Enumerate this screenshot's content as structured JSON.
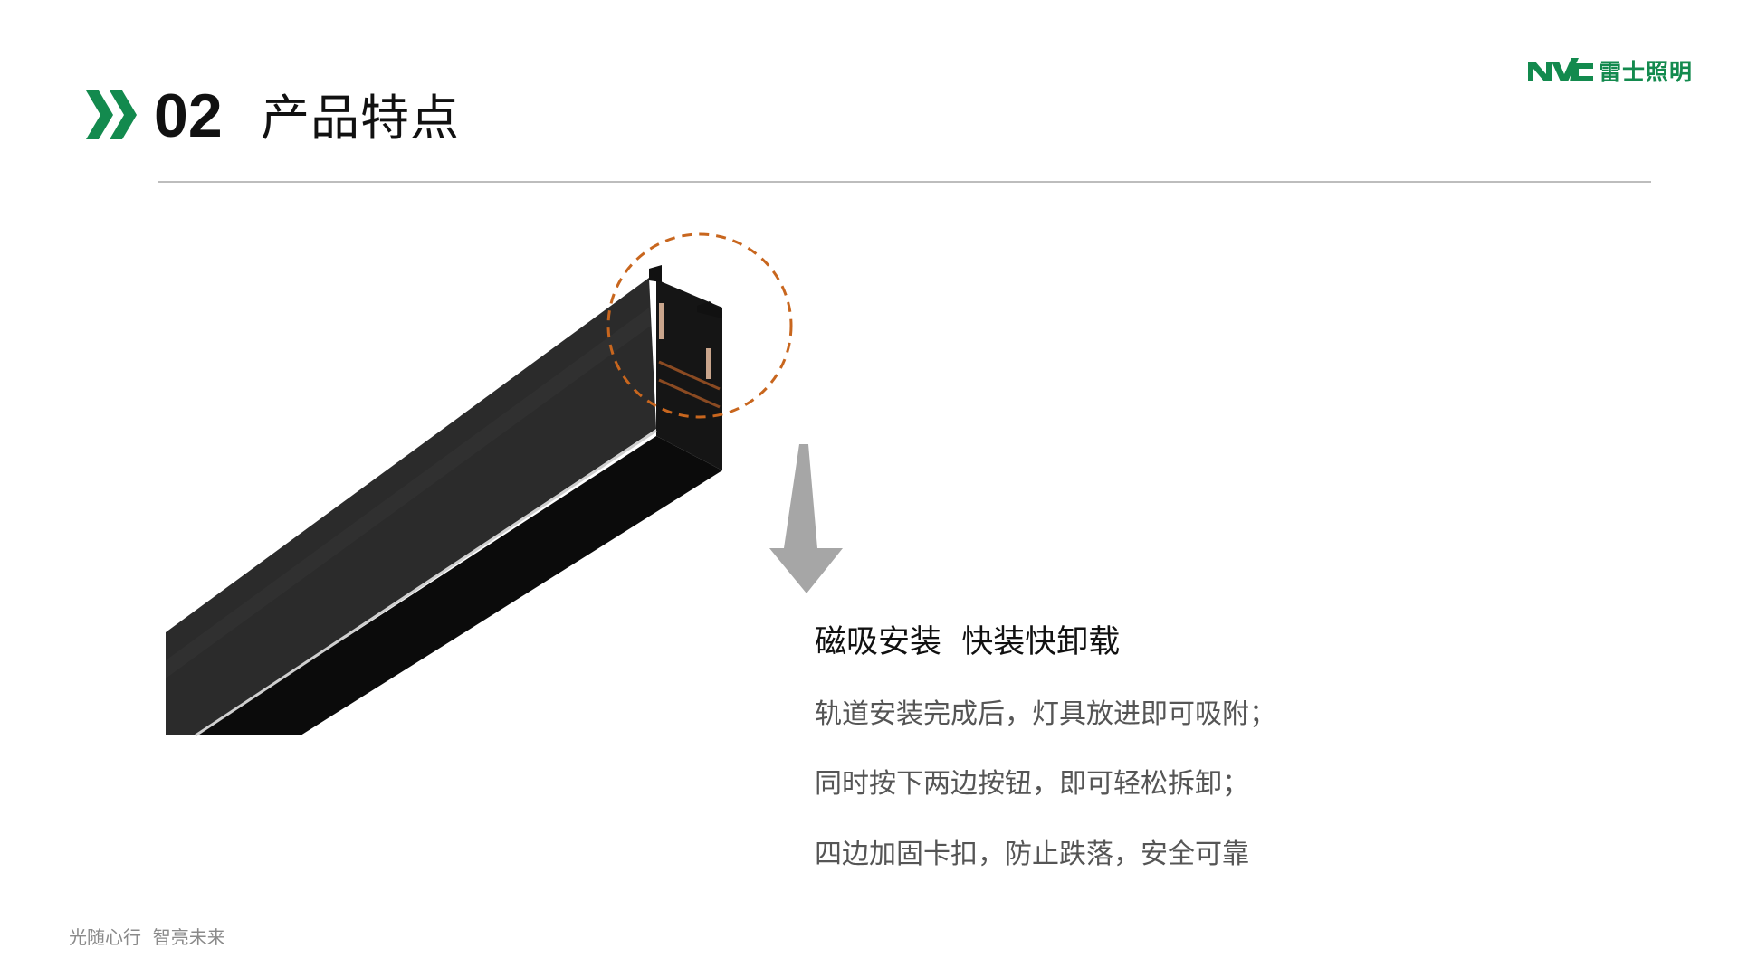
{
  "header": {
    "section_number": "02",
    "title": "产品特点"
  },
  "logo": {
    "text": "雷士照明",
    "mark": "NVC",
    "color": "#138a4e"
  },
  "feature": {
    "heading": "磁吸安装  快装快卸载",
    "lines": [
      "轨道安装完成后，灯具放进即可吸附；",
      "同时按下两边按钮，即可轻松拆卸；",
      "四边加固卡扣，防止跌落，安全可靠"
    ]
  },
  "footer": {
    "slogan": "光随心行  智亮未来"
  },
  "colors": {
    "accent": "#138a4e",
    "highlight_circle": "#c8661e",
    "arrow": "#a6a6a6"
  }
}
